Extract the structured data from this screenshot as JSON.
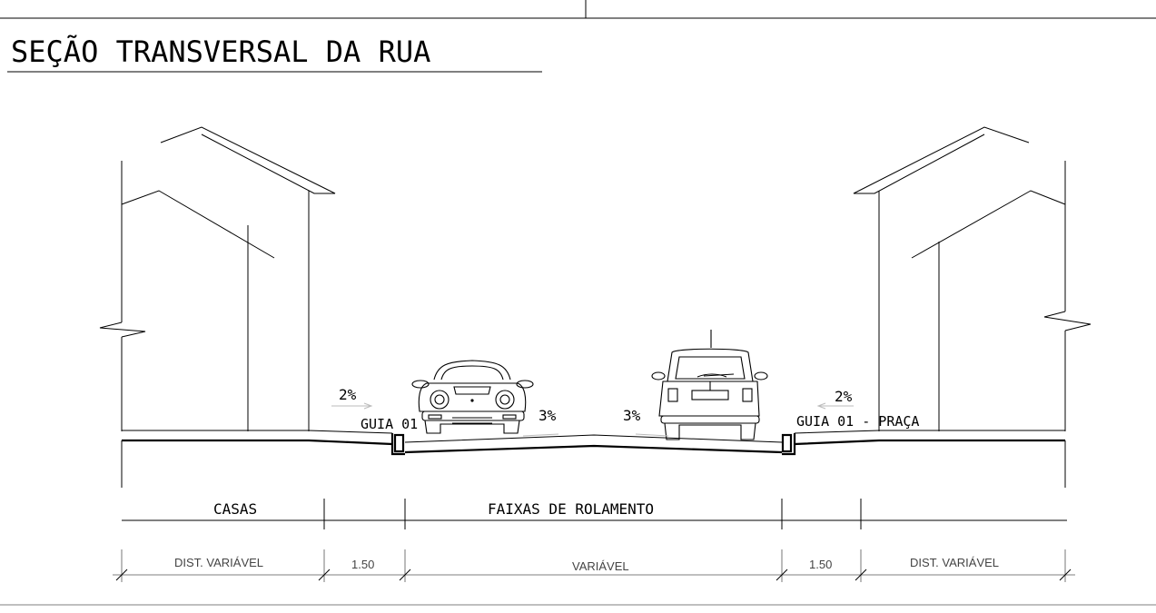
{
  "title": "SEÇÃO TRANSVERSAL DA RUA",
  "labels": {
    "slope_left": "2%",
    "slope_right": "2%",
    "slope_lane_left": "3%",
    "slope_lane_right": "3%",
    "curb_left": "GUIA 01",
    "curb_right": "GUIA 01 - PRAÇA"
  },
  "zones": {
    "casas": "CASAS",
    "faixas": "FAIXAS DE ROLAMENTO"
  },
  "dimensions": {
    "left_dist": "DIST. VARIÁVEL",
    "left_sidewalk": "1.50",
    "lanes": "VARIÁVEL",
    "right_sidewalk": "1.50",
    "right_dist": "DIST. VARIÁVEL"
  },
  "colors": {
    "line": "#000000",
    "arrow": "#bbbbbb",
    "background": "#ffffff"
  }
}
